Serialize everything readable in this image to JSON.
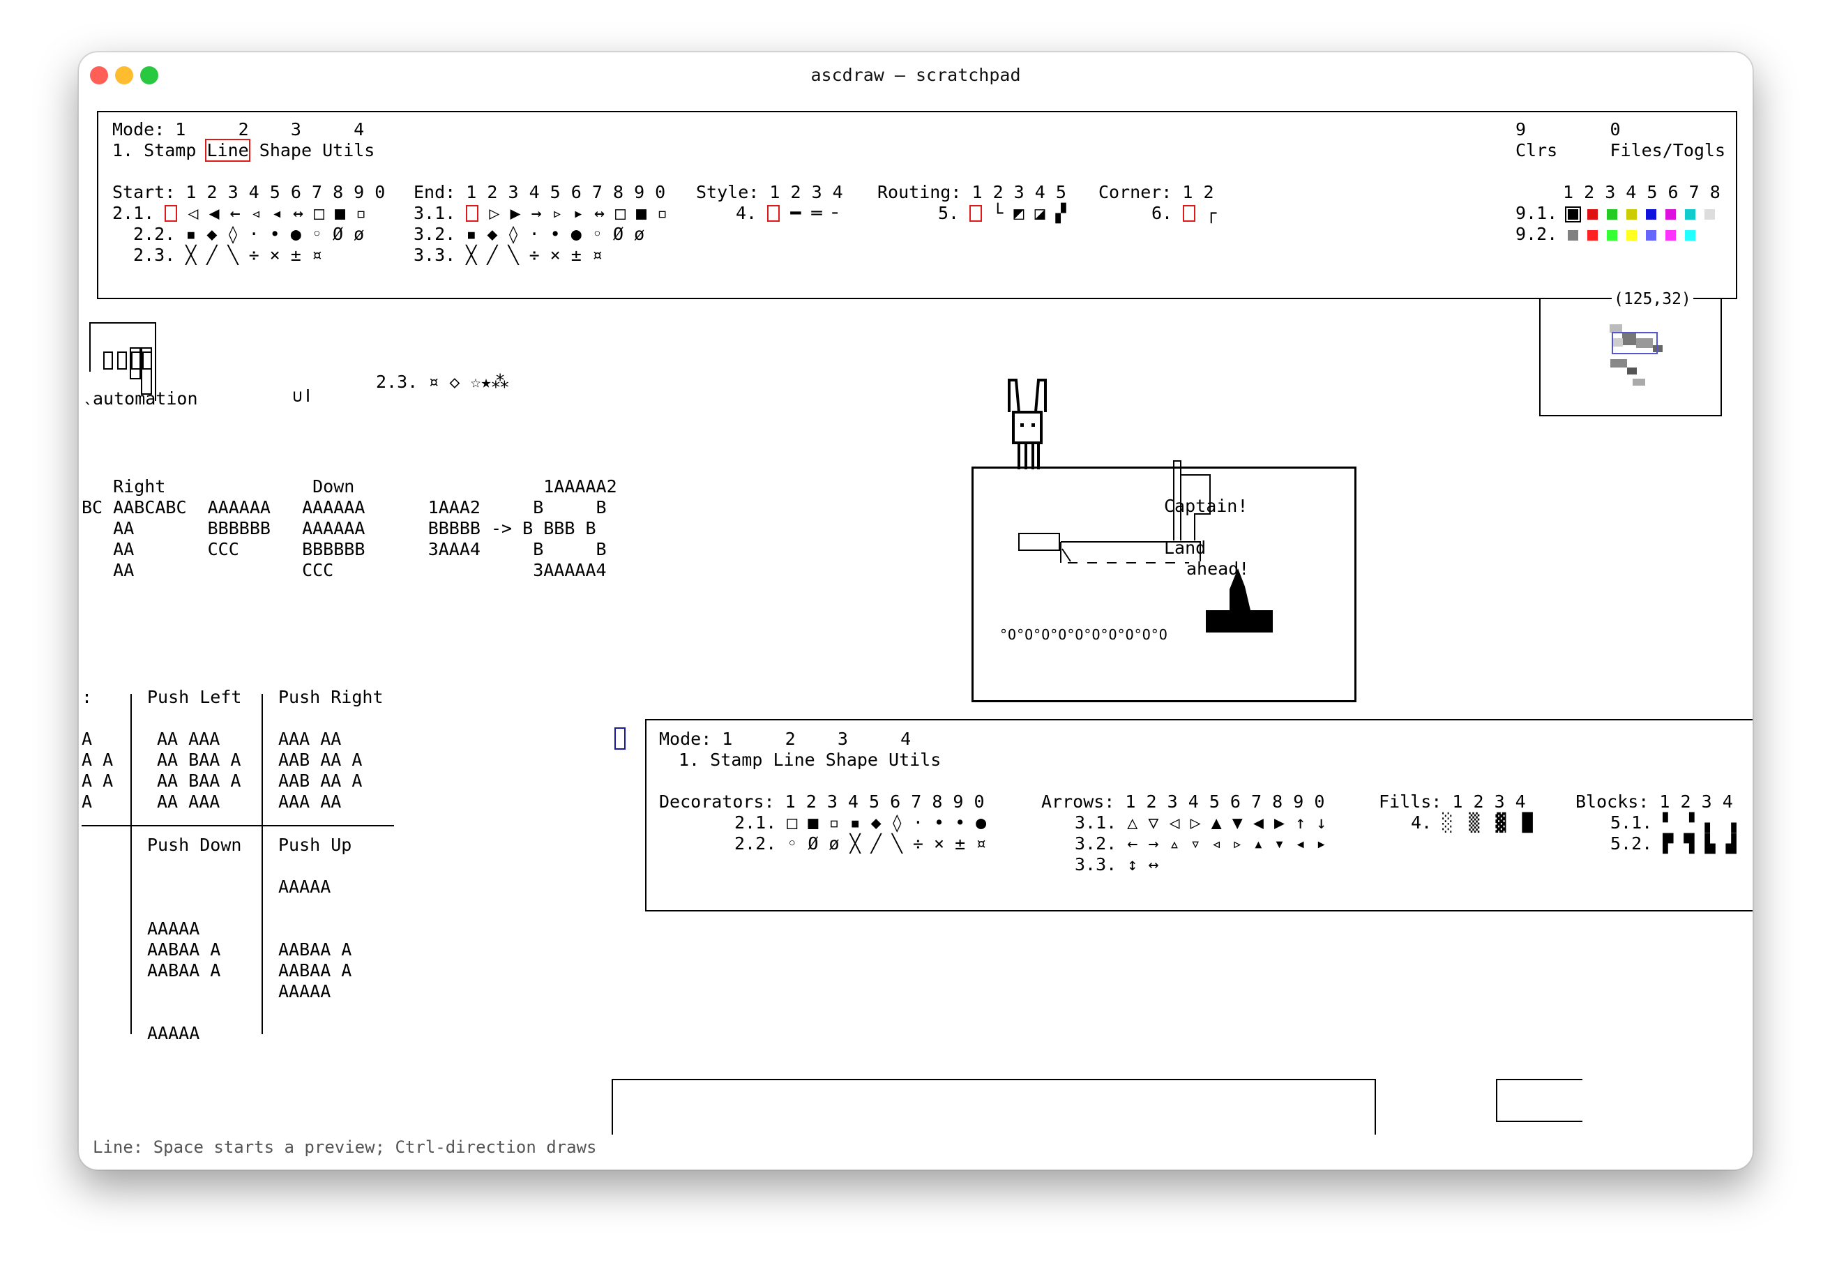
{
  "window": {
    "title": "ascdraw – scratchpad",
    "status_text": "Line: Space starts a preview; Ctrl-direction draws"
  },
  "traffic": {
    "close": "#ff5f57",
    "minimize": "#febc2e",
    "zoom": "#28c840"
  },
  "toolbar": {
    "mode_row": "Mode: 1     2    3     4",
    "mode_labels": [
      "1. Stamp",
      "Line",
      "Shape",
      "Utils"
    ],
    "right_num_row": "9        0",
    "right_labels": "Clrs     Files/Togls",
    "start": {
      "header": "Start: 1 2 3 4 5 6 7 8 9 0",
      "r1_label": "2.1.",
      "r1": "◁ ◀ ← ◃ ◂ ↔ □ ■ ▫",
      "r2": "2.2. ▪ ◆ ◊ · • ● ◦ Ø ø",
      "r3": "2.3. ╳ ╱ ╲ ÷ × ± ¤"
    },
    "end": {
      "header": "End: 1 2 3 4 5 6 7 8 9 0",
      "r1_label": "3.1.",
      "r1": "▷ ▶ → ▹ ▸ ↔ □ ■ ▫",
      "r2": "3.2. ▪ ◆ ◊ · • ● ◦ Ø ø",
      "r3": "3.3. ╳ ╱ ╲ ÷ × ± ¤"
    },
    "style": {
      "header": "Style: 1 2 3 4",
      "row_label": "4.",
      "row": "━ ═ ╴"
    },
    "routing": {
      "header": "Routing: 1 2 3 4 5",
      "row_label": "5.",
      "row": "└ ◩ ◪ ▞"
    },
    "corner": {
      "header": "Corner: 1 2",
      "row_label": "6.",
      "row": "┌"
    },
    "colors": {
      "header": "1 2 3 4 5 6 7 8",
      "r1_label": "9.1.",
      "r2_label": "9.2.",
      "row1": [
        "#000000",
        "#dd1111",
        "#22cc22",
        "#cccc00",
        "#1111dd",
        "#dd11dd",
        "#11cccc",
        "#dddddd"
      ],
      "row2": [
        "#808080",
        "#ff2222",
        "#33ff33",
        "#ffff22",
        "#6666ff",
        "#ff33ff",
        "#22ffff",
        "#ffffff"
      ]
    }
  },
  "minimap": {
    "coords": "(125,32)"
  },
  "canvas": {
    "automation": "automation",
    "cup": "∪ǀ",
    "stamps": "2.3. ¤ ◇ ☆★⁂",
    "tick": "`",
    "flow": [
      "   Right              Down                  1AAAAA2",
      "BC AABCABC  AAAAAA   AAAAAA      1AAA2     B     B",
      "   AA       BBBBBB   AAAAAA      BBBBB -> B BBB B",
      "   AA       CCC      BBBBBB      3AAA4     B     B",
      "   AA                CCC                   3AAAAA4"
    ],
    "push_heads": {
      "colon": ":",
      "left": "Push Left",
      "right": "Push Right",
      "down": "Push Down",
      "up": "Push Up"
    },
    "push_tl": "A\nA A\nA A\nA",
    "push_left": "AA AAA\nAA BAA A\nAA BAA A\nAA AAA",
    "push_right": "AAA AA\nAAB AA A\nAAB AA A\nAAA AA",
    "push_down": "AAAAA\nAABAA A\nAABAA A\n\n\nAAAAA",
    "push_up": "AAAAA\n\n\nAABAA A\nAABAA A\nAAAAA",
    "scene": {
      "captain": "Captain!",
      "land": "Land",
      "ahead": "ahead!",
      "wake": "°O°O°O°O°O°O°O°O°O°O"
    }
  },
  "panel": {
    "mode_row": "Mode: 1     2    3     4",
    "mode_labels": "1. Stamp Line Shape Utils",
    "decorators": {
      "header": "Decorators: 1 2 3 4 5 6 7 8 9 0",
      "r1": "2.1. □ ■ ▫ ▪ ◆ ◊ · • • ●",
      "r2": "2.2. ◦ Ø ø ╳ ╱ ╲ ÷ × ± ¤"
    },
    "arrows": {
      "header": "Arrows: 1 2 3 4 5 6 7 8 9 0",
      "r1": "3.1. △ ▽ ◁ ▷ ▲ ▼ ◀ ▶ ↑ ↓",
      "r2": "3.2. ← → ▵ ▿ ◃ ▹ ▴ ▾ ◂ ▸",
      "r3": "3.3. ↕ ↔"
    },
    "fills": {
      "header": "Fills: 1 2 3 4",
      "row_label": "4.",
      "row": "░ ▒ ▓ █"
    },
    "blocks": {
      "header": "Blocks: 1 2 3 4",
      "r1": "5.1. ▘ ▝ ▖ ▗",
      "r2": "5.2. ▛ ▜ ▙ ▟"
    }
  }
}
